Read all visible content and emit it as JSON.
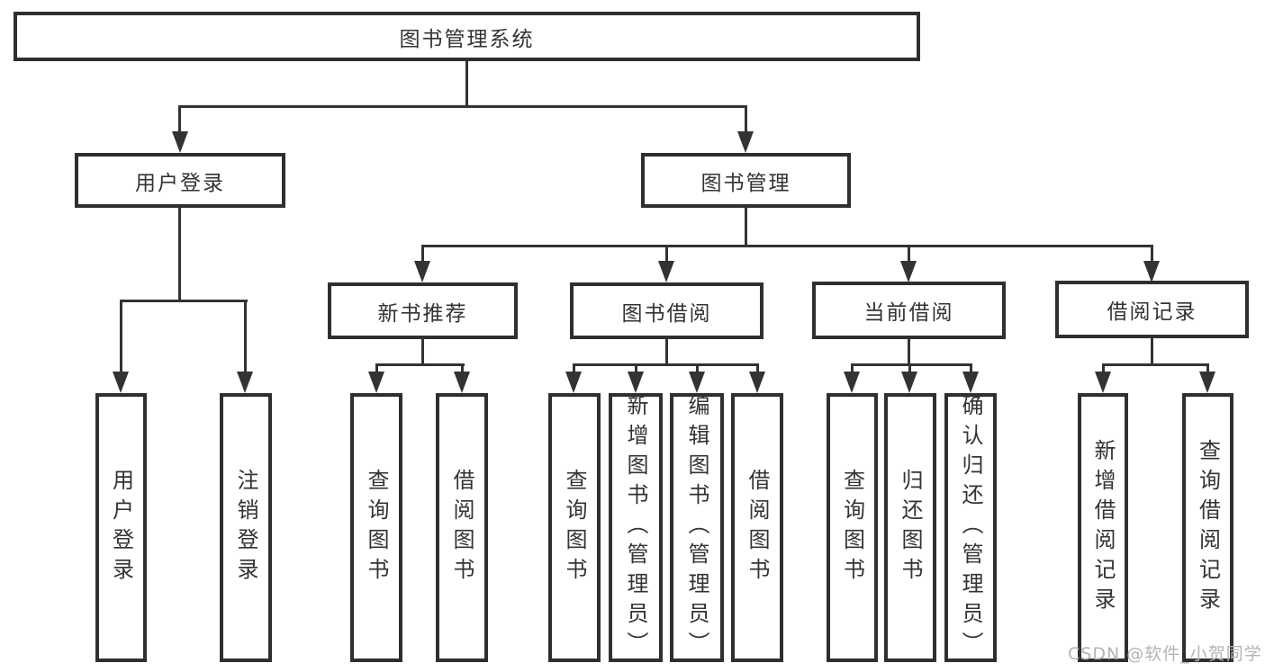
{
  "colors": {
    "line": "#333333",
    "box_border": "#2f2f2f",
    "box_bg": "#ffffff",
    "text": "#333333",
    "watermark": "#b4b4b4",
    "background": "#ffffff"
  },
  "watermark": {
    "text": "CSDN @软件_小贺同学"
  },
  "tree": {
    "root": {
      "label": "图书管理系统",
      "children": [
        {
          "label": "用户登录",
          "children": [
            {
              "label": "用户登录"
            },
            {
              "label": "注销登录"
            }
          ]
        },
        {
          "label": "图书管理",
          "children": [
            {
              "label": "新书推荐",
              "children": [
                {
                  "label": "查询图书"
                },
                {
                  "label": "借阅图书"
                }
              ]
            },
            {
              "label": "图书借阅",
              "children": [
                {
                  "label": "查询图书"
                },
                {
                  "label": "新增图书（管理员）"
                },
                {
                  "label": "编辑图书（管理员）"
                },
                {
                  "label": "借阅图书"
                }
              ]
            },
            {
              "label": "当前借阅",
              "children": [
                {
                  "label": "查询图书"
                },
                {
                  "label": "归还图书"
                },
                {
                  "label": "确认归还（管理员）"
                }
              ]
            },
            {
              "label": "借阅记录",
              "children": [
                {
                  "label": "新增借阅记录"
                },
                {
                  "label": "查询借阅记录"
                }
              ]
            }
          ]
        }
      ]
    }
  }
}
